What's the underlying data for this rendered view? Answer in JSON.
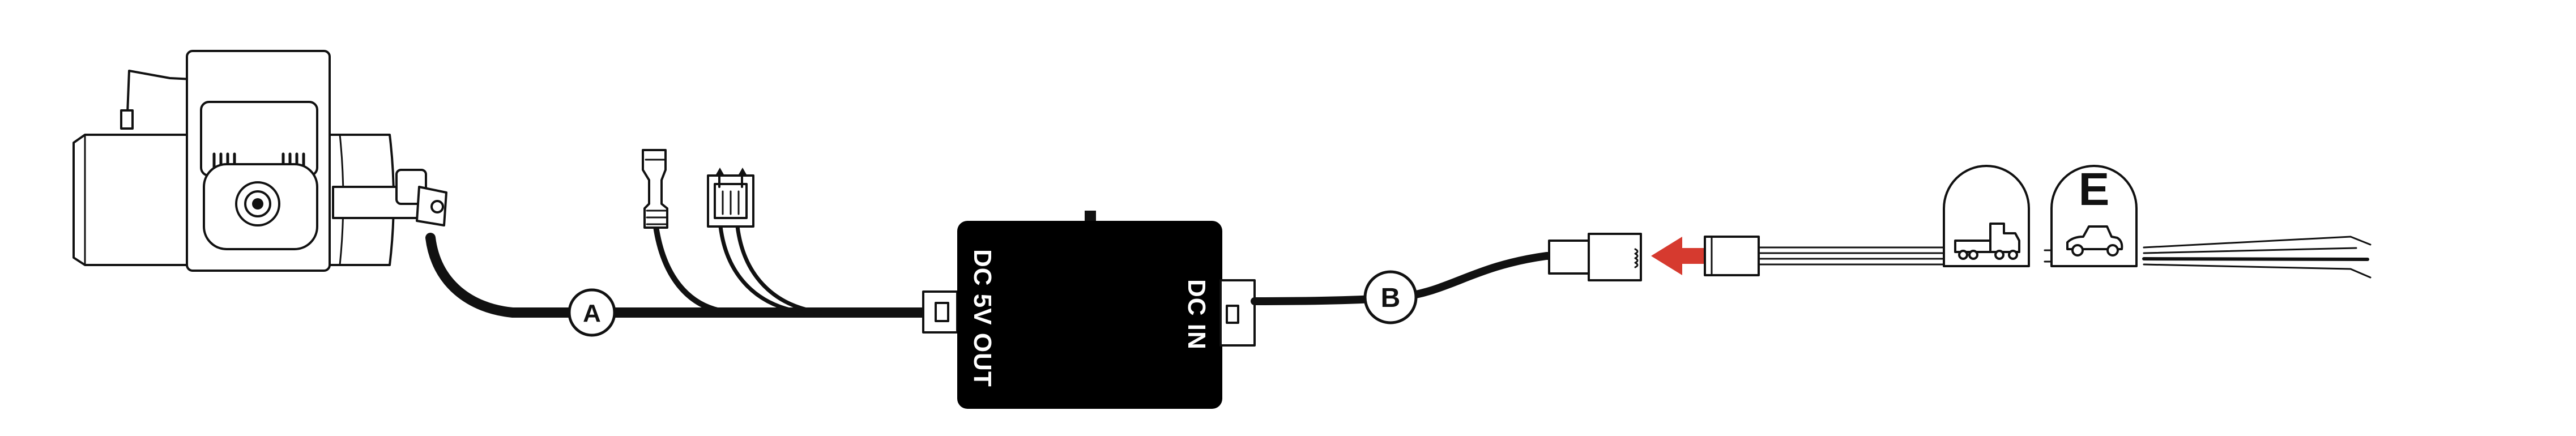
{
  "labels": {
    "cable_a": "A",
    "cable_b": "B",
    "tag_e": "E"
  },
  "converter": {
    "out_label": "DC 5V OUT",
    "in_label": "DC IN"
  },
  "icons": {
    "camera": "dash-camera-icon",
    "jack": "audio-jack-icon",
    "plug": "connector-plug-icon",
    "truck": "truck-icon",
    "car": "vintage-car-icon",
    "arrow": "insert-arrow-icon"
  },
  "colors": {
    "line": "#111111",
    "box": "#000000",
    "arrow": "#d63a2f",
    "background": "#ffffff"
  }
}
